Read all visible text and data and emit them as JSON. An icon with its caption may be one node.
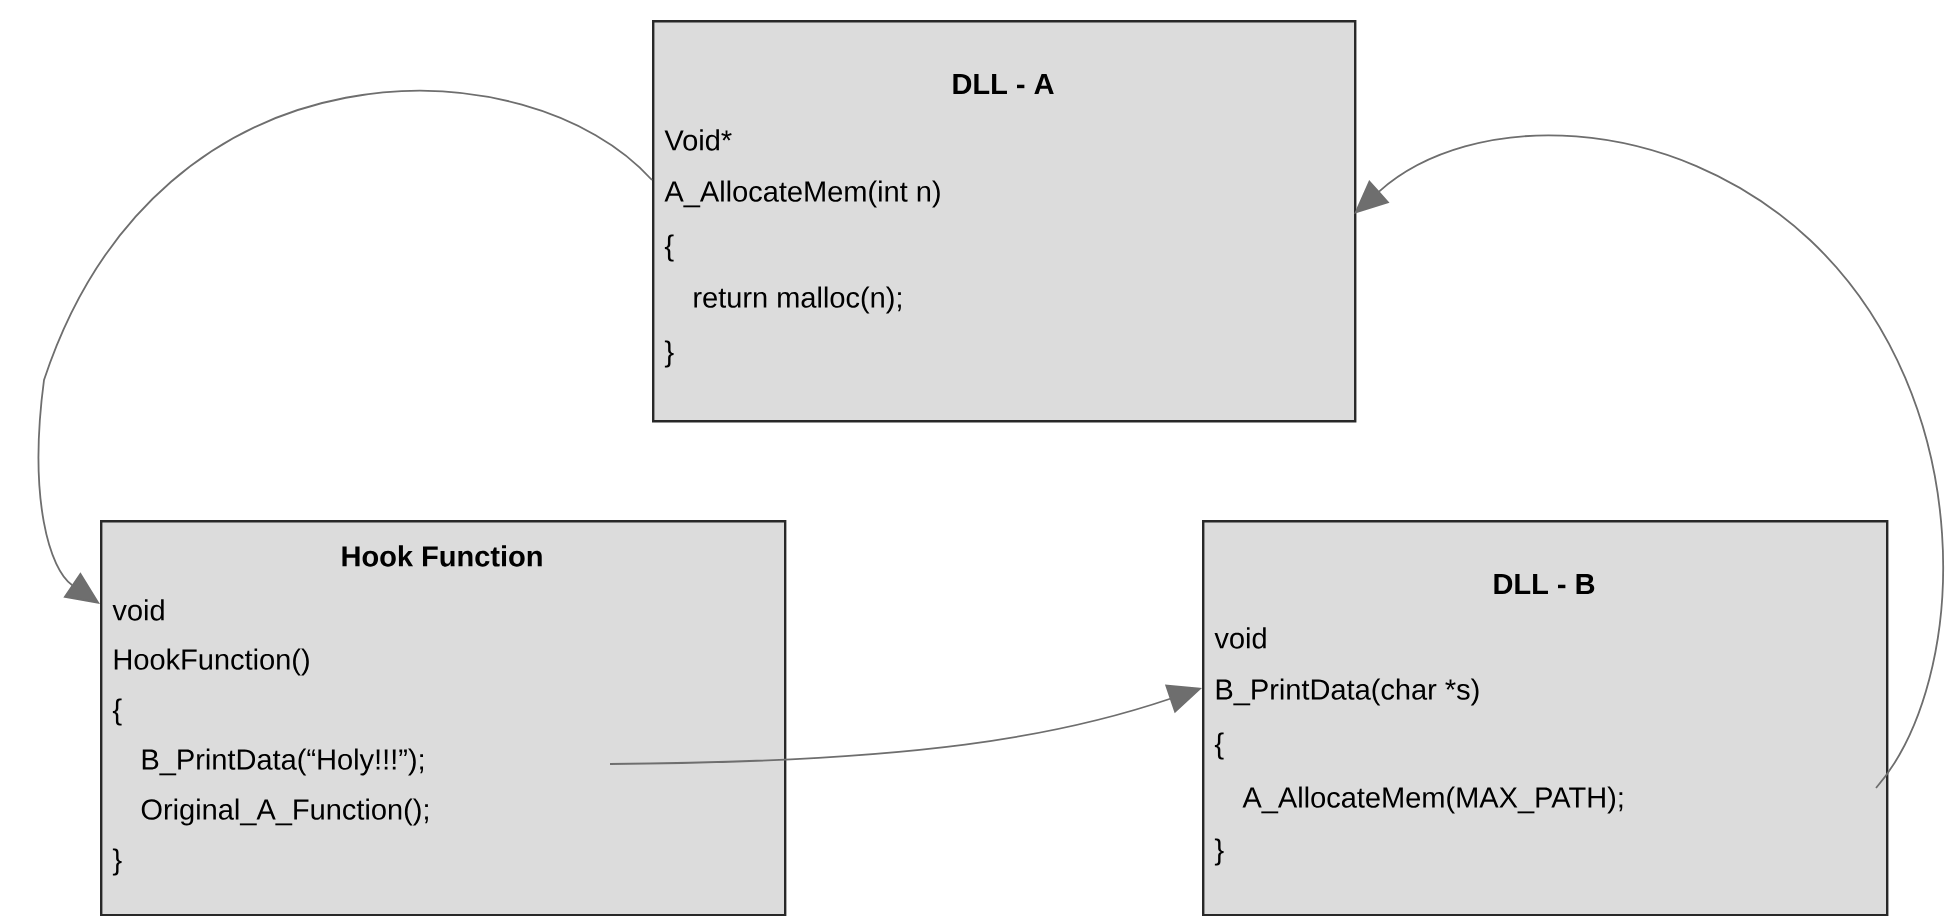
{
  "diagram": {
    "nodes": [
      {
        "text": [
          "DLL - A",
          "Void*",
          "A_AllocateMem(int n)",
          "{",
          "return malloc(n);",
          "}"
        ]
      },
      {
        "text": [
          "Hook Function",
          "void",
          "HookFunction()",
          "{",
          "B_PrintData(“Holy!!!”);",
          "Original_A_Function();",
          "}"
        ]
      },
      {
        "text": [
          "DLL - B",
          "void",
          "B_PrintData(char *s)",
          "{",
          "A_AllocateMem(MAX_PATH);",
          "}"
        ]
      }
    ],
    "edges": [
      {
        "from": 0,
        "to": 1,
        "arrow": "to"
      },
      {
        "from": 1,
        "to": 2,
        "arrow": "to"
      },
      {
        "from": 2,
        "to": 0,
        "arrow": "to"
      }
    ]
  }
}
